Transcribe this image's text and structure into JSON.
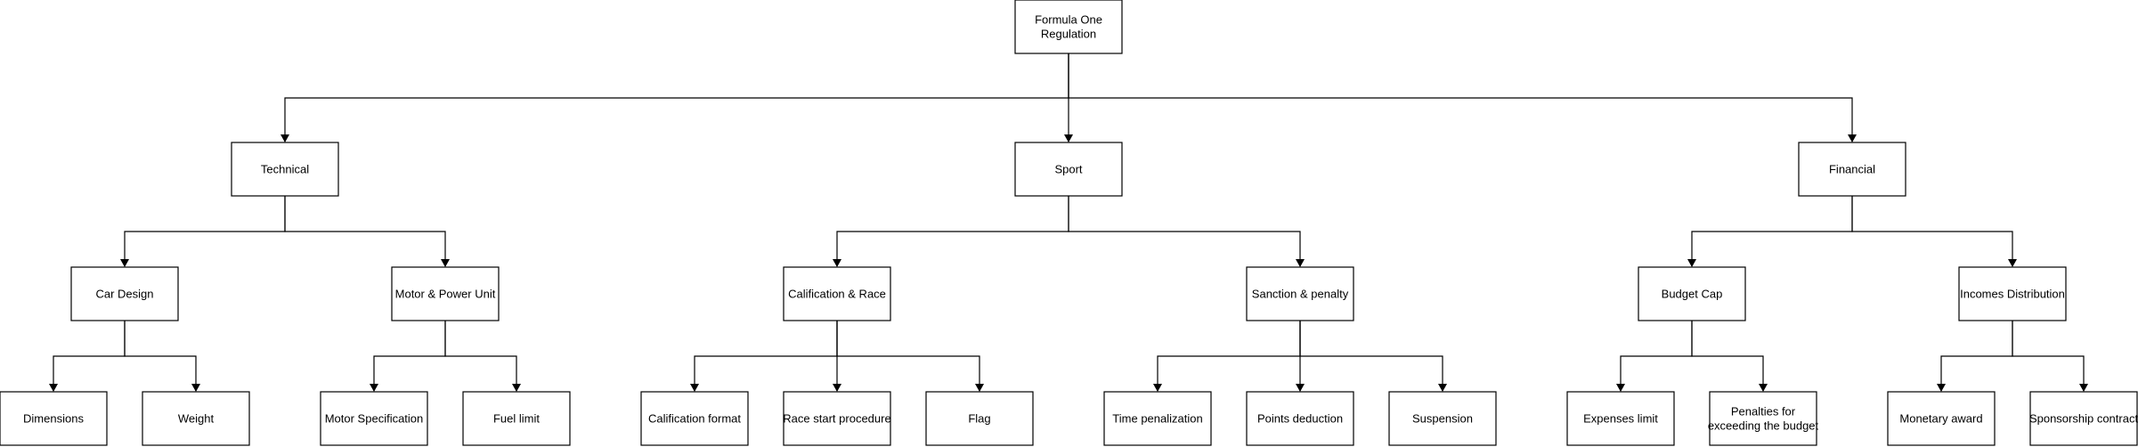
{
  "diagram": {
    "nodes": [
      {
        "id": "root",
        "label": [
          "Formula One",
          "Regulation"
        ]
      },
      {
        "id": "technical",
        "label": [
          "Technical"
        ]
      },
      {
        "id": "sport",
        "label": [
          "Sport"
        ]
      },
      {
        "id": "financial",
        "label": [
          "Financial"
        ]
      },
      {
        "id": "car_design",
        "label": [
          "Car Design"
        ]
      },
      {
        "id": "motor_power",
        "label": [
          "Motor & Power Unit"
        ]
      },
      {
        "id": "calification_race",
        "label": [
          "Calification & Race"
        ]
      },
      {
        "id": "sanction_penalty",
        "label": [
          "Sanction & penalty"
        ]
      },
      {
        "id": "budget_cap",
        "label": [
          "Budget Cap"
        ]
      },
      {
        "id": "incomes",
        "label": [
          "Incomes Distribution"
        ]
      },
      {
        "id": "dimensions",
        "label": [
          "Dimensions"
        ]
      },
      {
        "id": "weight",
        "label": [
          "Weight"
        ]
      },
      {
        "id": "motor_spec",
        "label": [
          "Motor Specification"
        ]
      },
      {
        "id": "fuel_limit",
        "label": [
          "Fuel limit"
        ]
      },
      {
        "id": "calification_format",
        "label": [
          "Calification format"
        ]
      },
      {
        "id": "race_start",
        "label": [
          "Race start procedure"
        ]
      },
      {
        "id": "flag",
        "label": [
          "Flag"
        ]
      },
      {
        "id": "time_penalization",
        "label": [
          "Time penalization"
        ]
      },
      {
        "id": "points_deduction",
        "label": [
          "Points deduction"
        ]
      },
      {
        "id": "suspension",
        "label": [
          "Suspension"
        ]
      },
      {
        "id": "expenses_limit",
        "label": [
          "Expenses limit"
        ]
      },
      {
        "id": "penalties_budget",
        "label": [
          "Penalties for",
          "exceeding the budget"
        ]
      },
      {
        "id": "monetary_award",
        "label": [
          "Monetary award"
        ]
      },
      {
        "id": "sponsorship",
        "label": [
          "Sponsorship contract"
        ]
      }
    ],
    "edges": [
      {
        "from": "root",
        "to": [
          "technical",
          "sport",
          "financial"
        ]
      },
      {
        "from": "technical",
        "to": [
          "car_design",
          "motor_power"
        ]
      },
      {
        "from": "sport",
        "to": [
          "calification_race",
          "sanction_penalty"
        ]
      },
      {
        "from": "financial",
        "to": [
          "budget_cap",
          "incomes"
        ]
      },
      {
        "from": "car_design",
        "to": [
          "dimensions",
          "weight"
        ]
      },
      {
        "from": "motor_power",
        "to": [
          "motor_spec",
          "fuel_limit"
        ]
      },
      {
        "from": "calification_race",
        "to": [
          "calification_format",
          "race_start",
          "flag"
        ]
      },
      {
        "from": "sanction_penalty",
        "to": [
          "time_penalization",
          "points_deduction",
          "suspension"
        ]
      },
      {
        "from": "budget_cap",
        "to": [
          "expenses_limit",
          "penalties_budget"
        ]
      },
      {
        "from": "incomes",
        "to": [
          "monetary_award",
          "sponsorship"
        ]
      }
    ]
  }
}
